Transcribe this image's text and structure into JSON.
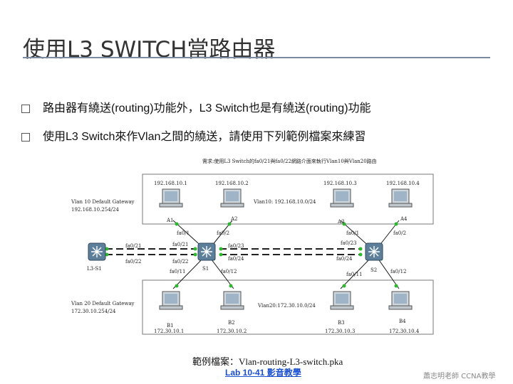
{
  "slide": {
    "title": "使用L3 SWITCH當路由器",
    "bullets": [
      "路由器有繞送(routing)功能外，L3 Switch也是有繞送(routing)功能",
      "使用L3 Switch來作Vlan之間的繞送，請使用下列範例檔案來練習"
    ],
    "caption": "範例檔案：Vlan-routing-L3-switch.pka",
    "lab_link": "Lab 10-41 影音教學",
    "credit": "蕭志明老師 CCNA教學"
  },
  "diagram": {
    "heading": "需求:使用L3 Switch的fa0/21與fa0/22網路介面來執行Vlan10與Vlan20路由",
    "vlan10_gateway": [
      "Vlan 10 Default Gateway",
      "192.168.10.254/24"
    ],
    "vlan20_gateway": [
      "Vlan 20 Default Gateway",
      "172.30.10.254/24"
    ],
    "vlan10_net": "Vlan10: 192.168.10.0/24",
    "vlan20_net": "Vlan20:172.30.10.0/24",
    "top_ips": [
      "192.168.10.1",
      "192.168.10.2",
      "192.168.10.3",
      "192.168.10.4"
    ],
    "top_hosts": [
      "A1",
      "A2",
      "A3",
      "A4"
    ],
    "bottom_ips": [
      "172.30.10.1",
      "172.30.10.2",
      "172.30.10.3",
      "172.30.10.4"
    ],
    "bottom_hosts": [
      "B1",
      "B2",
      "B3",
      "B4"
    ],
    "switches": [
      "L3-S1",
      "S1",
      "S2"
    ],
    "ports": {
      "l3_fa021": "fa0/21",
      "l3_fa022": "fa0/22",
      "s1_fa01": "fa0/1",
      "s1_fa02": "fa0/2",
      "s1_fa021": "fa0/21",
      "s1_fa022": "fa0/22",
      "s1_fa023": "fa0/23",
      "s1_fa024": "fa0/24",
      "s1_fa011": "fa0/11",
      "s1_fa012": "fa0/12",
      "s2_fa01": "fa0/1",
      "s2_fa02": "fa0/2",
      "s2_fa023": "fa0/23",
      "s2_fa024": "fa0/24",
      "s2_fa011": "fa0/11",
      "s2_fa012": "fa0/12"
    }
  }
}
